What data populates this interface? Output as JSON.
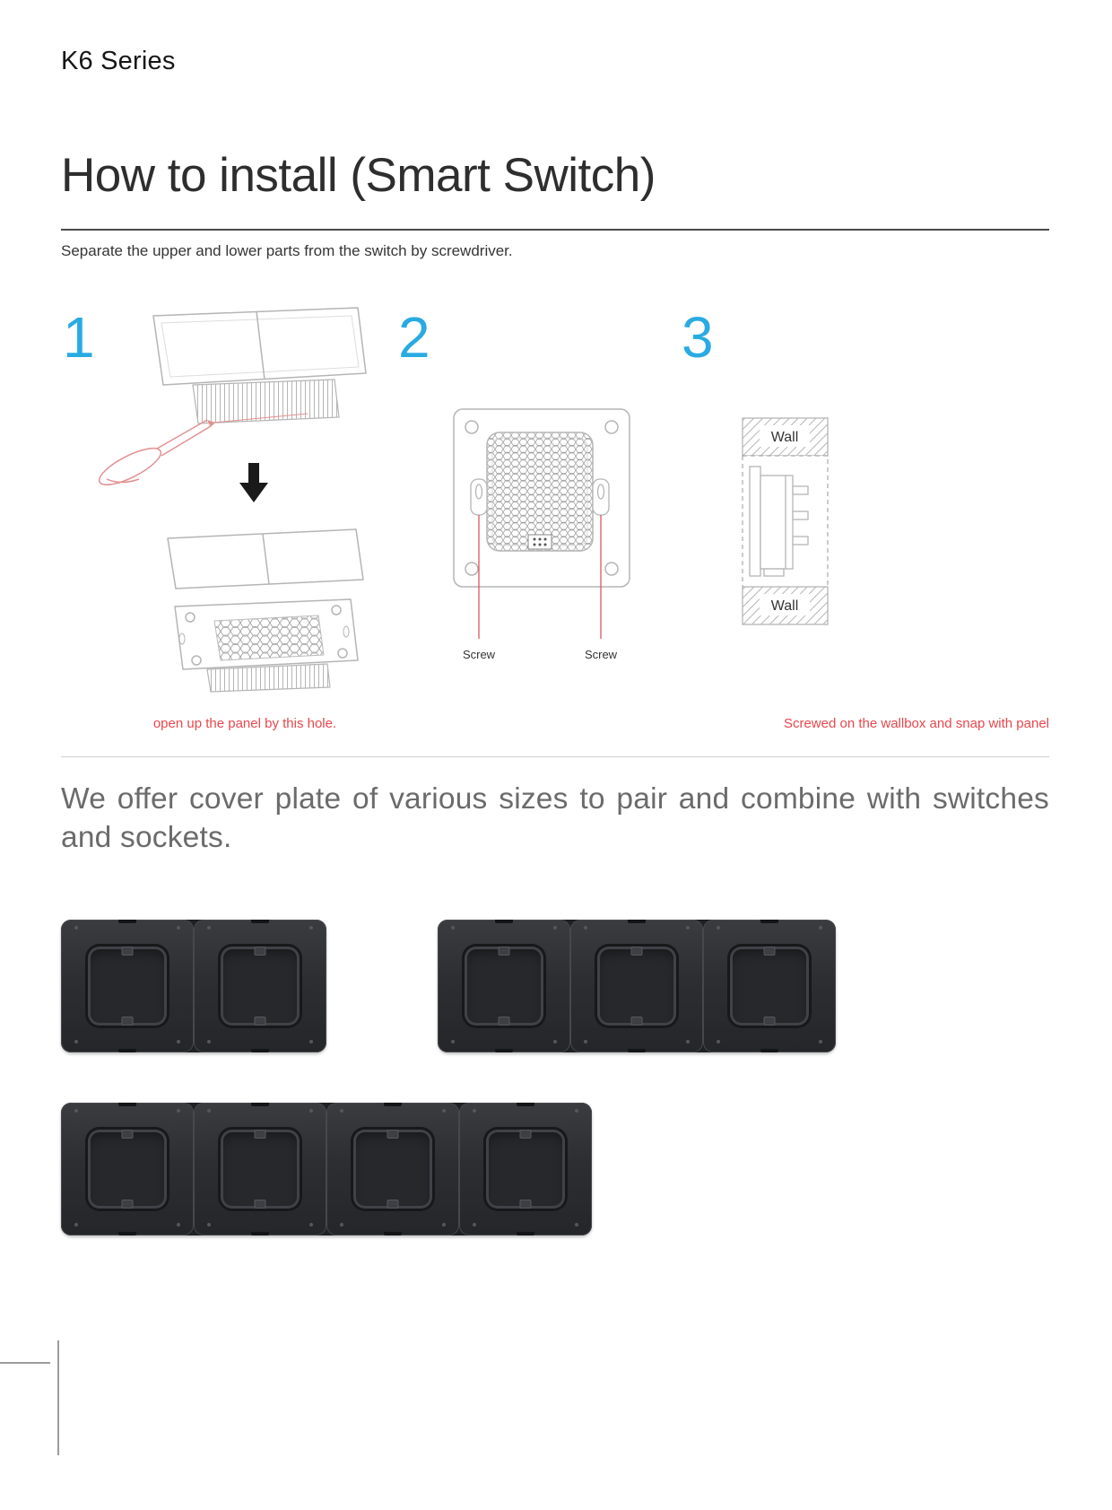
{
  "page": {
    "series_label": "K6 Series",
    "title": "How to install (Smart Switch)",
    "subtitle": "Separate the upper and lower parts from the switch by screwdriver.",
    "offer_text": "We offer cover plate of various sizes to pair and combine with switches and sockets."
  },
  "steps": [
    {
      "number": "1",
      "caption": "open up the panel by this hole."
    },
    {
      "number": "2",
      "screw_label_left": "Screw",
      "screw_label_right": "Screw"
    },
    {
      "number": "3",
      "wall_label_top": "Wall",
      "wall_label_bottom": "Wall",
      "caption": "Screwed on the wallbox and snap with panel"
    }
  ],
  "cover_plates": {
    "rows": [
      [
        {
          "name": "cover-plate-2-gang",
          "gangs": 2
        },
        {
          "name": "cover-plate-3-gang",
          "gangs": 3
        }
      ],
      [
        {
          "name": "cover-plate-4-gang",
          "gangs": 4
        }
      ]
    ]
  },
  "colors": {
    "step_number_blue": "#29abe2",
    "caption_red": "#e8474d",
    "line_art_gray": "#b5b5b5",
    "plate_dark": "#2a2c2f"
  }
}
